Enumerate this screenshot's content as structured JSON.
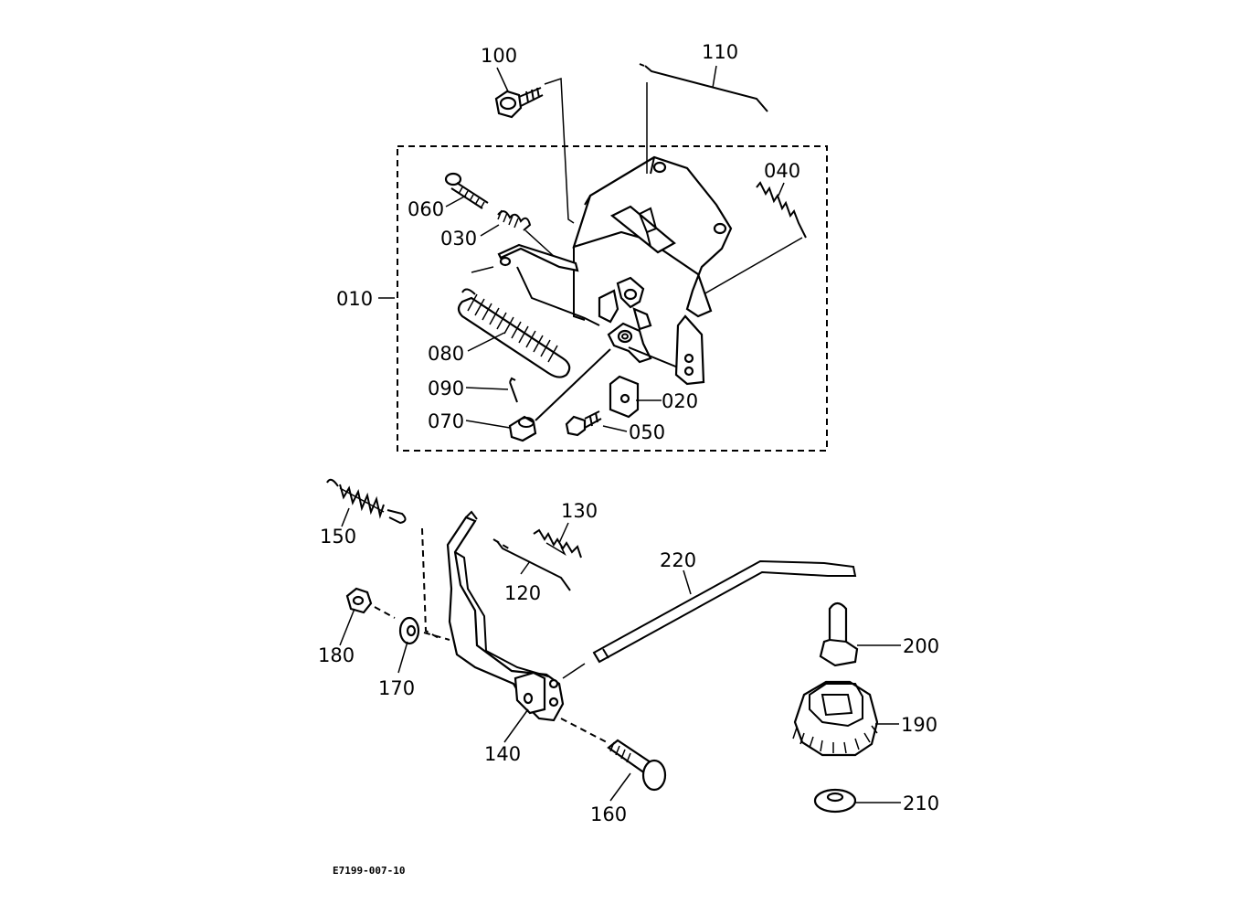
{
  "drawing_code": "E7199-007-10",
  "labels": {
    "p010": "010",
    "p020": "020",
    "p030": "030",
    "p040": "040",
    "p050": "050",
    "p060": "060",
    "p070": "070",
    "p080": "080",
    "p090": "090",
    "p100": "100",
    "p110": "110",
    "p120": "120",
    "p130": "130",
    "p140": "140",
    "p150": "150",
    "p160": "160",
    "p170": "170",
    "p180": "180",
    "p190": "190",
    "p200": "200",
    "p210": "210",
    "p220": "220"
  }
}
